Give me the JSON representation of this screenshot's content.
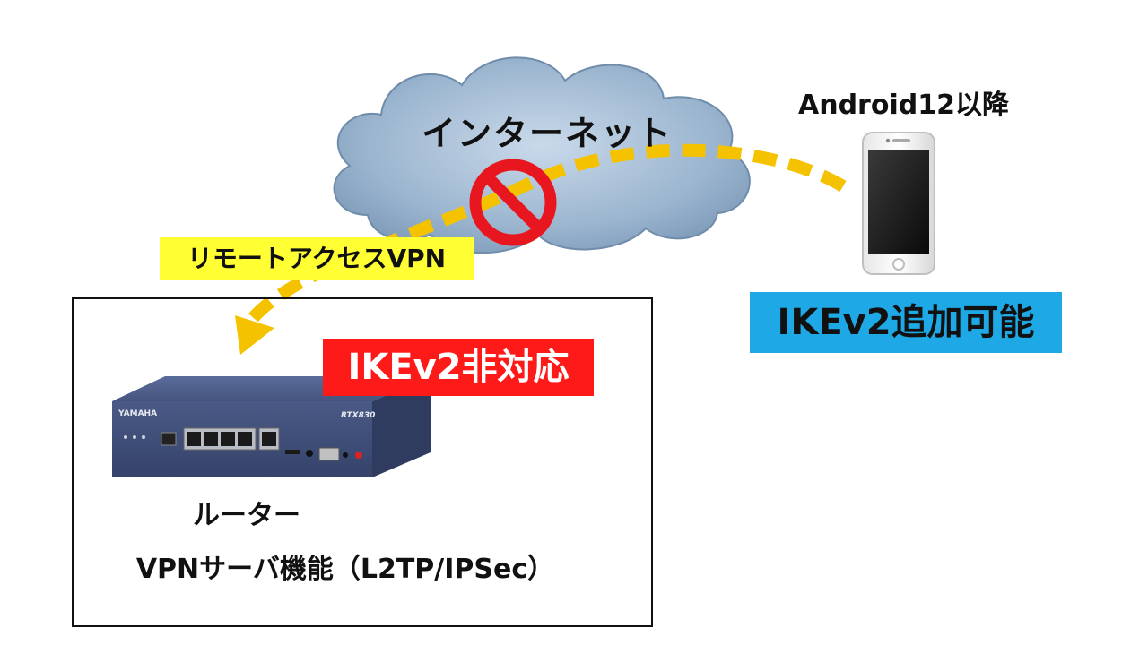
{
  "diagram": {
    "cloud_label": "インターネット",
    "device_label": "Android12以降",
    "connection_label": "リモートアクセスVPN",
    "router_status": "IKEv2非対応",
    "device_status": "IKEv2追加可能",
    "router_name": "ルーター",
    "router_function": "VPNサーバ機能（L2TP/IPSec）",
    "router_brand": "YAMAHA",
    "router_model": "RTX830"
  },
  "colors": {
    "cloud": "#9bb5cf",
    "vpn_path": "#f5c200",
    "blocked_sign": "#e8171f",
    "router_badge": "#ff1a1a",
    "device_badge": "#1ea8e6",
    "tag_bg": "#ffff33"
  }
}
